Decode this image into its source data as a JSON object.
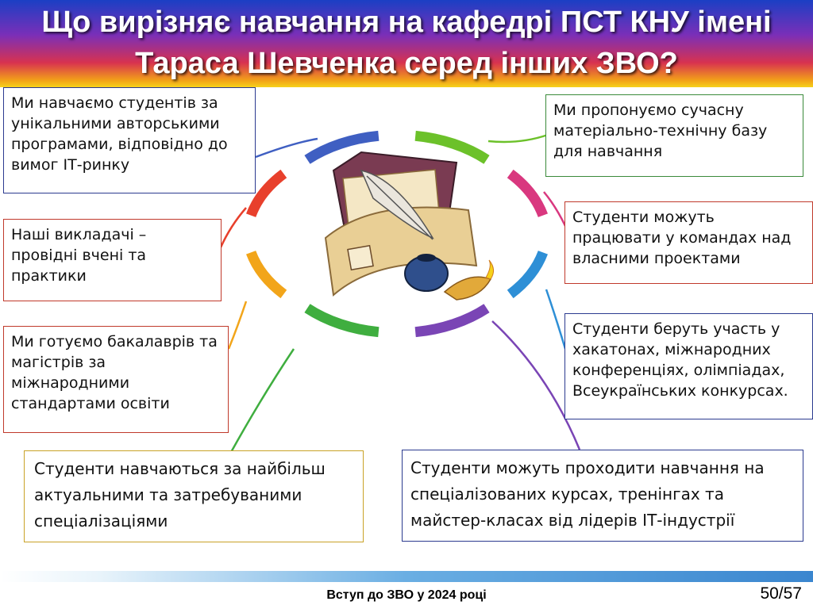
{
  "title": {
    "line1": "Що вирізняє навчання на кафедрі ПСТ КНУ імені",
    "line2": "Тараса Шевченка серед інших ЗВО?"
  },
  "boxes": {
    "programs": "Ми навчаємо студентів за унікальними авторськими програмами, відповідно до вимог ІТ-ринку",
    "teachers": "Наші викладачі – провідні вчені та практики",
    "standards": "Ми готуємо бакалаврів та магістрів за міжнародними стандартами освіти",
    "specializations": "Студенти навчаються за найбільш актуальними та затребуваними спеціалізаціями",
    "base": "Ми пропонуємо сучасну матеріально-технічну базу для навчання",
    "teams": "Студенти можуть працювати у командах над власними проектами",
    "hackathons": "Студенти беруть участь у хакатонах, міжнародних конференціях, олімпіадах, Всеукраїнських конкурсах.",
    "courses": "Студенти можуть проходити навчання на спеціалізованих курсах, тренінгах та майстер-класах від лідерів ІТ-індустрії"
  },
  "colors": {
    "ring": [
      "#3f5fc2",
      "#6cc12a",
      "#d9387f",
      "#2e8fd6",
      "#7a45b5",
      "#3fae3f",
      "#f2a51a",
      "#e8402c"
    ],
    "box_border_navy": "#2b3a8f",
    "box_border_red": "#c0392b",
    "box_border_green": "#3a8a3a",
    "box_border_gold": "#c9a227"
  },
  "footer": {
    "text": "Вступ до ЗВО у 2024 році",
    "page": "50/57"
  }
}
